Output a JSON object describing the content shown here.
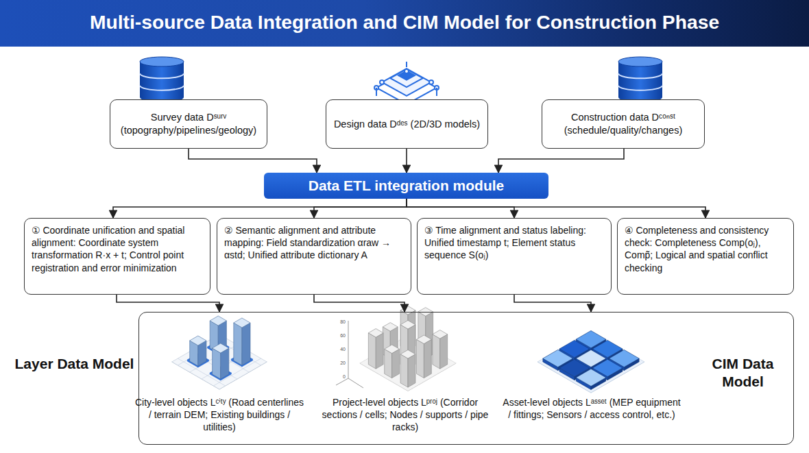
{
  "diagram": {
    "title": "Multi-source Data Integration and CIM Model for Construction Phase",
    "nodes": [
      {
        "text": [
          "Survey data Dˢᵘʳᵛ (topography/pipelines/geology)"
        ]
      },
      {
        "text": [
          "Design data Dᵈᵉˢ (2D/3D models)"
        ]
      },
      {
        "text": [
          "Construction data Dᶜᵒⁿˢᵗ (schedule/quality/changes)"
        ]
      },
      {
        "text": [
          "Data ETL integration module"
        ]
      },
      {
        "text": [
          "① Coordinate unification and spatial alignment: Coordinate system transformation R·x + t; Control point registration and error minimization"
        ]
      },
      {
        "text": [
          "② Semantic alignment and attribute mapping: Field standardization αraw → αstd; Unified attribute dictionary A"
        ]
      },
      {
        "text": [
          "③ Time alignment and status labeling: Unified timestamp t; Element status sequence S(oⱼ)"
        ]
      },
      {
        "text": [
          "④ Completeness and consistency check: Completeness Comp(oⱼ), Comp̃; Logical and spatial conflict checking"
        ]
      },
      {
        "text": [
          "Layer Data Model",
          "CIM Data Model"
        ]
      }
    ],
    "edges": [
      {
        "from": 0,
        "to": 3,
        "arrow": "to"
      },
      {
        "from": 1,
        "to": 3,
        "arrow": "to"
      },
      {
        "from": 2,
        "to": 3,
        "arrow": "to"
      },
      {
        "from": 3,
        "to": 4,
        "arrow": "to"
      },
      {
        "from": 3,
        "to": 5,
        "arrow": "to"
      },
      {
        "from": 3,
        "to": 6,
        "arrow": "to"
      },
      {
        "from": 3,
        "to": 7,
        "arrow": "to"
      },
      {
        "from": 4,
        "to": 8,
        "arrow": "to"
      },
      {
        "from": 5,
        "to": 8,
        "arrow": "to"
      },
      {
        "from": 6,
        "to": 8,
        "arrow": "to"
      }
    ],
    "labels": [
      "City-level objects Lᶜⁱᵗʸ (Road centerlines / terrain DEM; Existing buildings / utilities)",
      "Project-level objects Lᵖʳᵒʲ (Corridor sections / cells; Nodes / supports / pipe racks)",
      "Asset-level objects Lᵃˢˢᵉᵗ (MEP equipment / fittings; Sensors / access control, etc.)",
      "80",
      "60",
      "40",
      "20",
      "0"
    ]
  }
}
